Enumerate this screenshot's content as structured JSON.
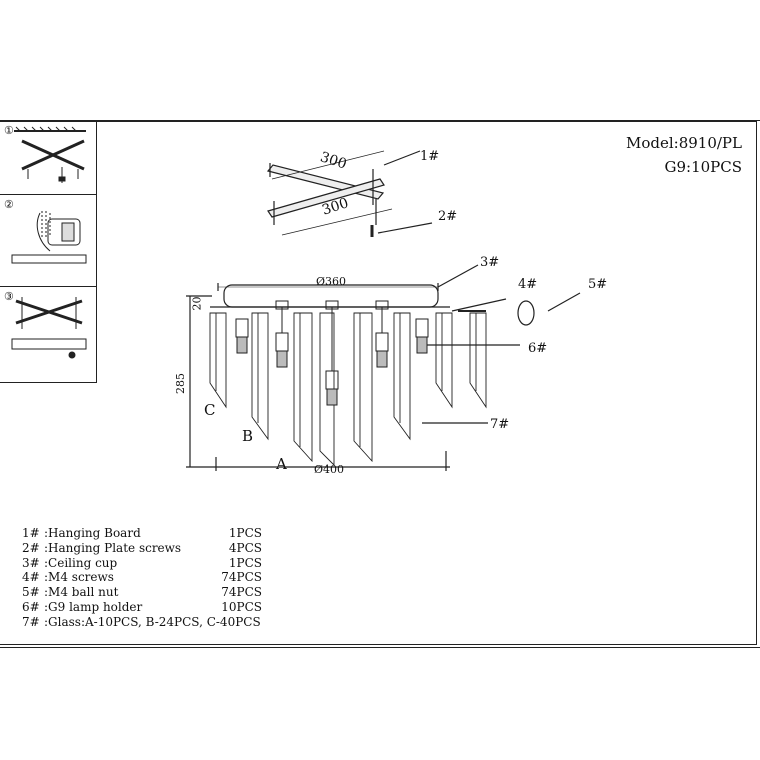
{
  "model": {
    "model_line": "Model:8910/PL",
    "bulb_line": "G9:10PCS"
  },
  "steps": [
    {
      "number": "①"
    },
    {
      "number": "②"
    },
    {
      "number": "③"
    }
  ],
  "top_view": {
    "dim_a": "300",
    "dim_b": "300",
    "tag_board": "1#",
    "tag_screws": "2#"
  },
  "front_view": {
    "dim_cup": "Ø360",
    "dim_cup_height": "20",
    "dim_height": "285",
    "dim_width": "Ø400",
    "tag_cup": "3#",
    "tag_m4_screw": "4#",
    "tag_ball_nut": "5#",
    "tag_holder": "6#",
    "tag_glass": "7#",
    "letter_a": "A",
    "letter_b": "B",
    "letter_c": "C"
  },
  "parts": [
    {
      "code": "1#",
      "name": ":Hanging Board",
      "qty": "1PCS"
    },
    {
      "code": "2#",
      "name": ":Hanging Plate screws",
      "qty": "4PCS"
    },
    {
      "code": "3#",
      "name": ":Ceiling cup",
      "qty": "1PCS"
    },
    {
      "code": "4#",
      "name": ":M4 screws",
      "qty": "74PCS"
    },
    {
      "code": "5#",
      "name": ":M4 ball nut",
      "qty": "74PCS"
    },
    {
      "code": "6#",
      "name": ":G9 lamp holder",
      "qty": "10PCS"
    },
    {
      "code": "7#",
      "name": ":Glass:A-10PCS, B-24PCS, C-40PCS",
      "qty": ""
    }
  ]
}
